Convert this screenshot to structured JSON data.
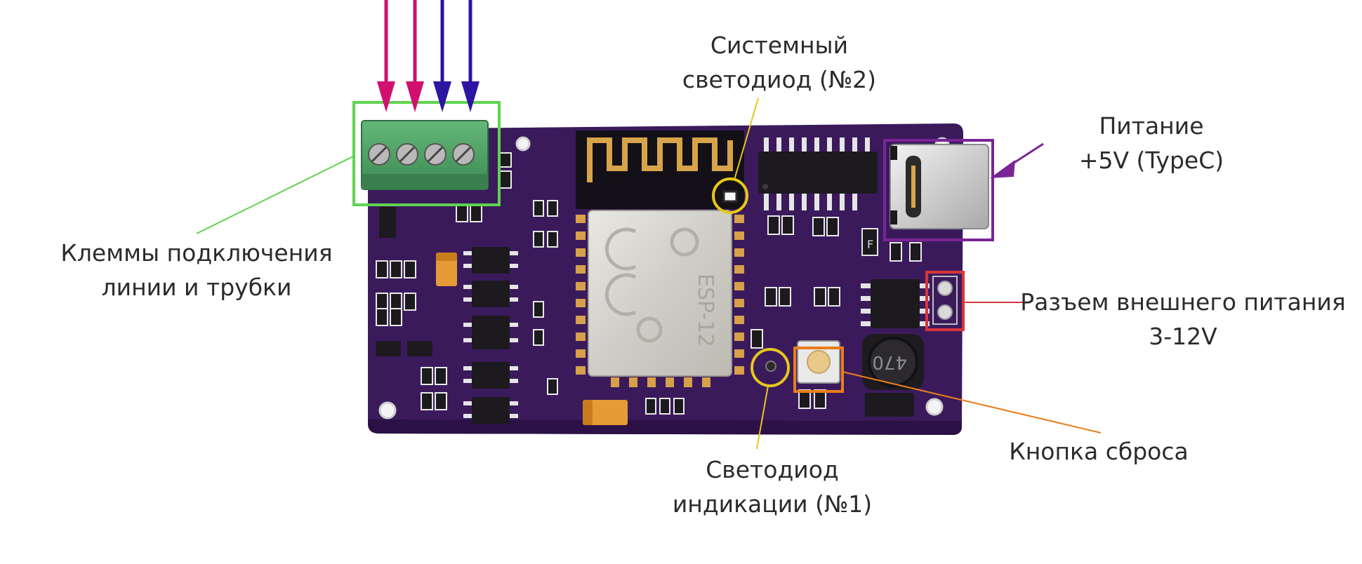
{
  "labels": {
    "terminals": [
      "Клеммы подключения",
      "линии и трубки"
    ],
    "system_led": [
      "Системный",
      "светодиод (№2)"
    ],
    "power_typec": [
      "Питание",
      "+5V (TypeC)"
    ],
    "external_power": [
      "Разъем внешнего питания",
      "3-12V"
    ],
    "reset_button": [
      "Кнопка сброса"
    ],
    "indicator_led": [
      "Светодиод",
      "индикации (№1)"
    ]
  },
  "board_markings": {
    "module": "ESP-12",
    "inductor": "470",
    "fuse": "F"
  },
  "colors": {
    "pcb": "#3b1a5c",
    "terminal_block": "#4d9e62",
    "terminals_frame": "#5fd34f",
    "system_led_circle": "#e6c619",
    "power_frame": "#7a2496",
    "external_power_frame": "#d9343b",
    "reset_frame": "#ea7d1c",
    "arrow_magenta": "#d10f6f",
    "arrow_blue": "#2e14a3"
  },
  "icons": {
    "arrows": "down-arrow-icon",
    "power_arrow": "left-arrow-icon"
  }
}
